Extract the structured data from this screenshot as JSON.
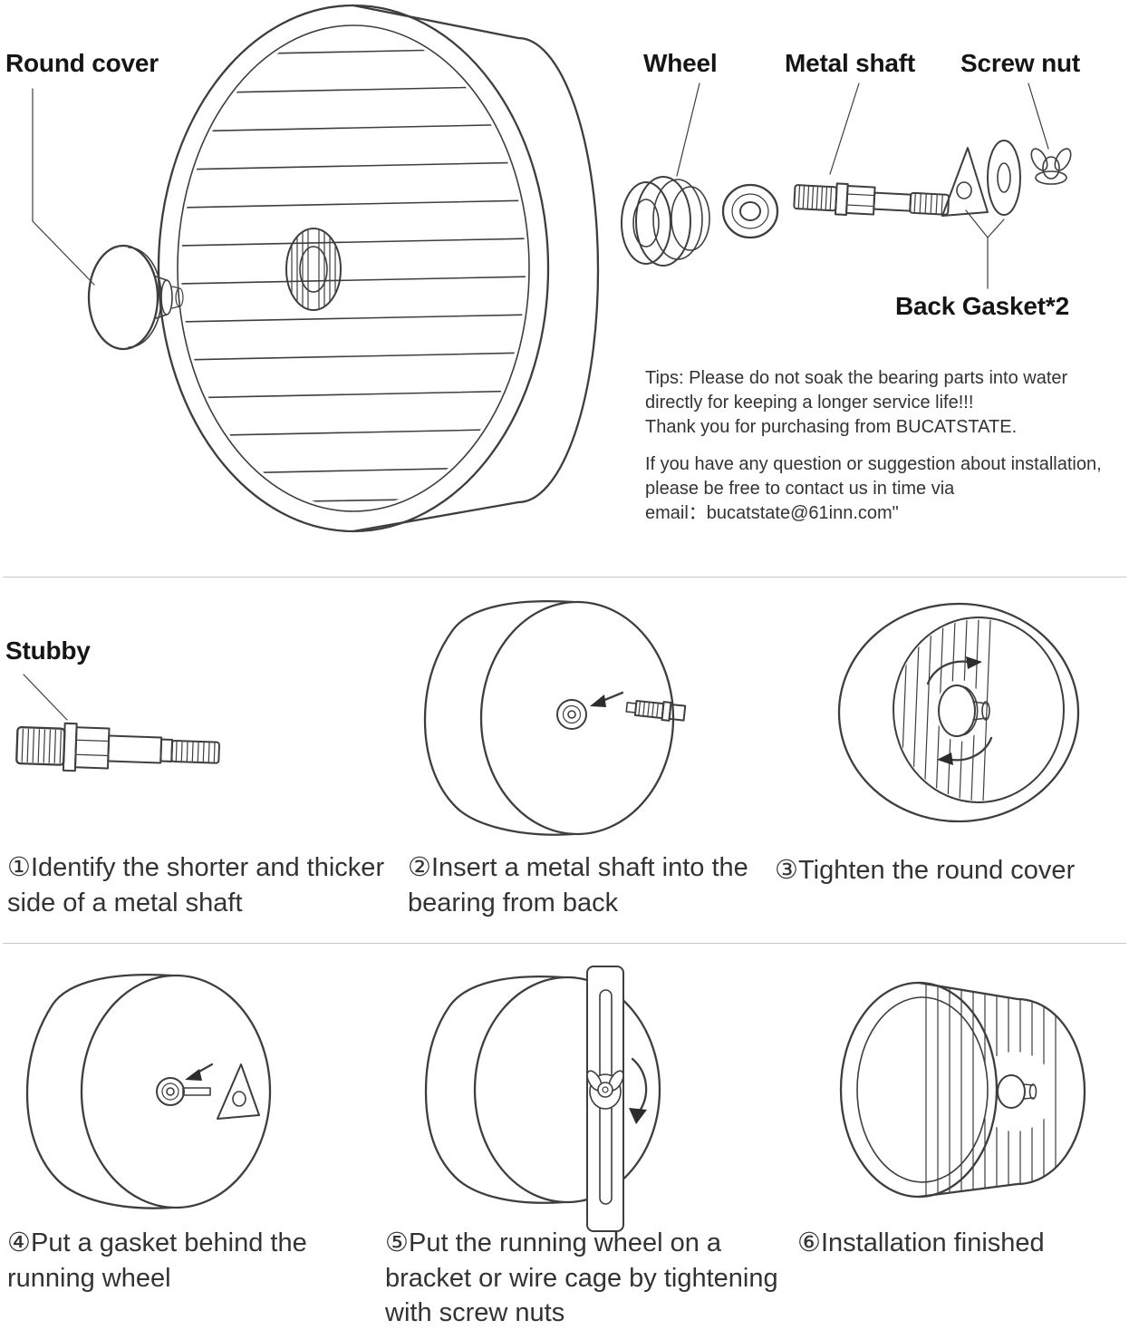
{
  "parts": {
    "round_cover": "Round cover",
    "wheel": "Wheel",
    "metal_shaft": "Metal shaft",
    "screw_nut": "Screw nut",
    "back_gasket": "Back Gasket*2",
    "stubby": "Stubby"
  },
  "tips": {
    "para1": [
      "Tips: Please do not soak the bearing parts into water",
      "directly for keeping a longer service life!!!",
      "Thank you for purchasing from BUCATSTATE."
    ],
    "para2": [
      "If you have any question or suggestion about installation,",
      "please be free to contact us in time via",
      "email：bucatstate@61inn.com\""
    ]
  },
  "steps": [
    {
      "num": "①",
      "text": "①Identify the shorter and thicker side of a metal shaft"
    },
    {
      "num": "②",
      "text": "②Insert a metal shaft into the bearing from back"
    },
    {
      "num": "③",
      "text": "③Tighten the round cover"
    },
    {
      "num": "④",
      "text": "④Put a gasket behind the running wheel"
    },
    {
      "num": "⑤",
      "text": "⑤Put the running wheel on a bracket or wire cage by tightening with screw nuts"
    },
    {
      "num": "⑥",
      "text": "⑥Installation finished"
    }
  ],
  "colors": {
    "ink": "#3e3e3e",
    "text": "#333333",
    "divider": "#c9c9c9",
    "background": "#ffffff"
  }
}
